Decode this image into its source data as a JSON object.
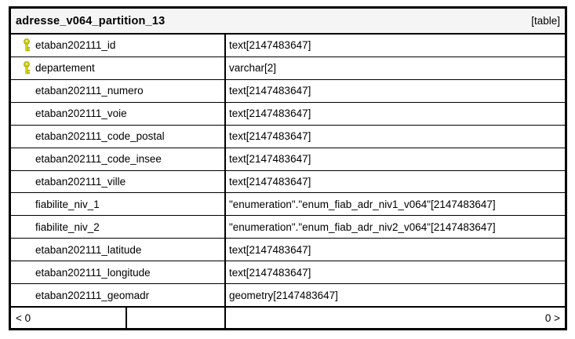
{
  "table": {
    "title": "adresse_v064_partition_13",
    "badge": "[table]",
    "columns": [
      {
        "name": "etaban202111_id",
        "type": "text[2147483647]",
        "pk": true
      },
      {
        "name": "departement",
        "type": "varchar[2]",
        "pk": true
      },
      {
        "name": "etaban202111_numero",
        "type": "text[2147483647]",
        "pk": false
      },
      {
        "name": "etaban202111_voie",
        "type": "text[2147483647]",
        "pk": false
      },
      {
        "name": "etaban202111_code_postal",
        "type": "text[2147483647]",
        "pk": false
      },
      {
        "name": "etaban202111_code_insee",
        "type": "text[2147483647]",
        "pk": false
      },
      {
        "name": "etaban202111_ville",
        "type": "text[2147483647]",
        "pk": false
      },
      {
        "name": "fiabilite_niv_1",
        "type": "\"enumeration\".\"enum_fiab_adr_niv1_v064\"[2147483647]",
        "pk": false
      },
      {
        "name": "fiabilite_niv_2",
        "type": "\"enumeration\".\"enum_fiab_adr_niv2_v064\"[2147483647]",
        "pk": false
      },
      {
        "name": "etaban202111_latitude",
        "type": "text[2147483647]",
        "pk": false
      },
      {
        "name": "etaban202111_longitude",
        "type": "text[2147483647]",
        "pk": false
      },
      {
        "name": "etaban202111_geomadr",
        "type": "geometry[2147483647]",
        "pk": false
      }
    ],
    "footer": {
      "left": "< 0",
      "right": "0 >"
    },
    "colors": {
      "key_icon": "#d2d200",
      "key_icon_outline": "#a8a800",
      "header_bg": "#f5f5f5",
      "border": "#000000"
    }
  }
}
